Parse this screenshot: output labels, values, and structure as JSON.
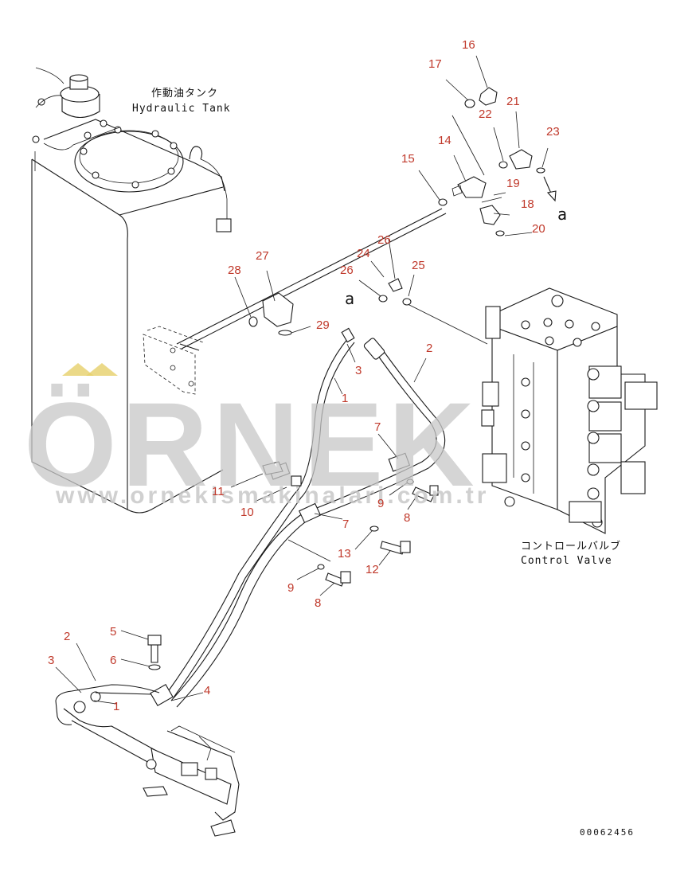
{
  "labels": {
    "tank_jp": "作動油タンク",
    "tank_en": "Hydraulic Tank",
    "valve_jp": "コントロールバルブ",
    "valve_en": "Control Valve"
  },
  "refs": {
    "a1": "a",
    "a2": "a"
  },
  "drawing_code": "00062456",
  "watermark": {
    "big": "ÖRNEK",
    "url": "www.ornekismakinalari.com.tr"
  },
  "callouts": {
    "c16": "16",
    "c17": "17",
    "c21": "21",
    "c22": "22",
    "c14": "14",
    "c23": "23",
    "c15": "15",
    "c19": "19",
    "c18": "18",
    "c20": "20",
    "c26a": "26",
    "c27": "27",
    "c24": "24",
    "c26b": "26",
    "c25": "25",
    "c28": "28",
    "c29": "29",
    "c3a": "3",
    "c2a": "2",
    "c1a": "1",
    "c7a": "7",
    "c11": "11",
    "c10": "10",
    "c9a": "9",
    "c8a": "8",
    "c7b": "7",
    "c13": "13",
    "c12": "12",
    "c9b": "9",
    "c8b": "8",
    "c5": "5",
    "c2b": "2",
    "c6": "6",
    "c3b": "3",
    "c1b": "1",
    "c4": "4"
  },
  "colors": {
    "callout": "#c0392b",
    "line": "#1a1a1a",
    "watermark_gray": "#c8c8c8",
    "watermark_accent": "#e6cf6a"
  }
}
